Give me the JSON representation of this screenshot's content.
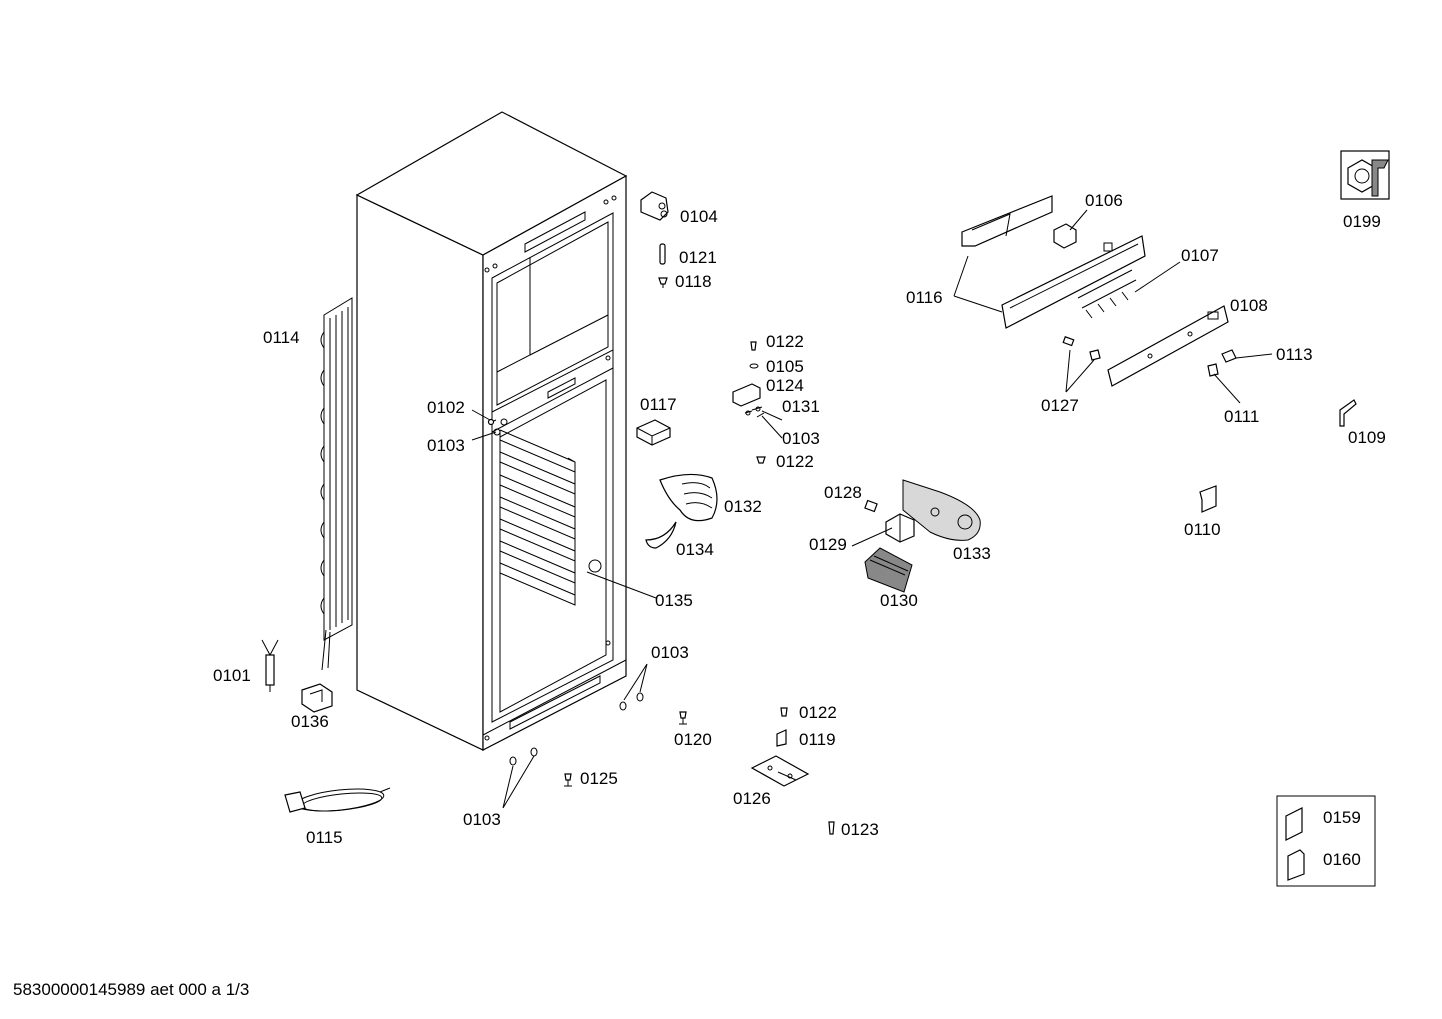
{
  "diagram": {
    "labels": [
      "0104",
      "0121",
      "0118",
      "0114",
      "0102",
      "0103",
      "0117",
      "0122",
      "0105",
      "0124",
      "0131",
      "0103",
      "0122",
      "0132",
      "0134",
      "0135",
      "0103",
      "0101",
      "0136",
      "0122",
      "0119",
      "0120",
      "0125",
      "0126",
      "0123",
      "0103",
      "0115",
      "0128",
      "0129",
      "0133",
      "0130",
      "0106",
      "0116",
      "0107",
      "0108",
      "0113",
      "0127",
      "0111",
      "0109",
      "0110",
      "0199",
      "0159",
      "0160"
    ]
  },
  "footer": {
    "code": "58300000145989 aet 000 a 1/3"
  },
  "colors": {
    "line": "#000000",
    "background": "#ffffff"
  }
}
